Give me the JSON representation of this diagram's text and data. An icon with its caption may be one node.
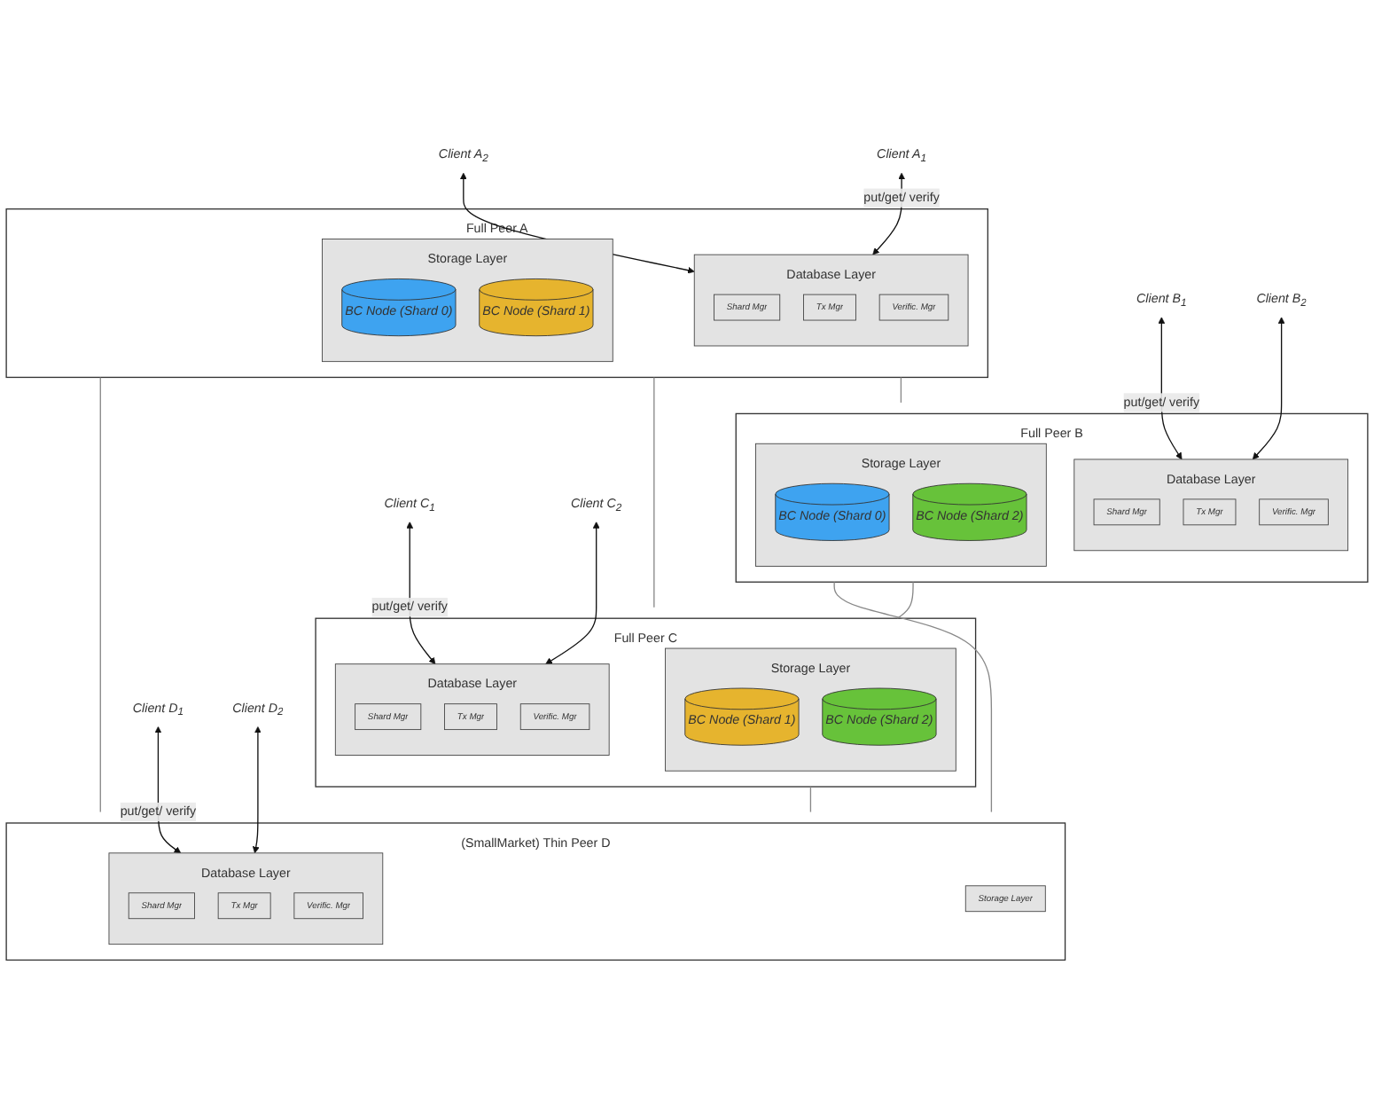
{
  "diagram": {
    "nodes": [
      {
        "text": [
          "Client A$_{1}$"
        ]
      },
      {
        "text": [
          "Client A$_{2}$"
        ]
      },
      {
        "text": [
          "Full Peer A"
        ]
      },
      {
        "text": [
          "Database Layer"
        ],
        "in": 2
      },
      {
        "text": [
          "Shard Mgr"
        ],
        "in": 3
      },
      {
        "text": [
          "Tx Mgr"
        ],
        "in": 3
      },
      {
        "text": [
          "Verific. Mgr"
        ],
        "in": 3
      },
      {
        "text": [
          "Storage Layer"
        ],
        "in": 2
      },
      {
        "text": [
          "BC Node (Shard 0)"
        ],
        "in": 7
      },
      {
        "text": [
          "BC Node (Shard 1)"
        ],
        "in": 7
      },
      {
        "text": [
          "Client B$_{1}$"
        ]
      },
      {
        "text": [
          "Client B$_{2}$"
        ]
      },
      {
        "text": [
          "Full Peer B"
        ]
      },
      {
        "text": [
          "Database Layer"
        ],
        "in": 12
      },
      {
        "text": [
          "Shard Mgr"
        ],
        "in": 13
      },
      {
        "text": [
          "Tx Mgr"
        ],
        "in": 13
      },
      {
        "text": [
          "Verific. Mgr"
        ],
        "in": 13
      },
      {
        "text": [
          "Storage Layer"
        ],
        "in": 12
      },
      {
        "text": [
          "BC Node (Shard 0)"
        ],
        "in": 17
      },
      {
        "text": [
          "BC Node (Shard 2)"
        ],
        "in": 17
      },
      {
        "text": [
          "Client C$_{1}$"
        ]
      },
      {
        "text": [
          "Client C$_{2}$"
        ]
      },
      {
        "text": [
          "Full Peer C"
        ]
      },
      {
        "text": [
          "Database Layer"
        ],
        "in": 22
      },
      {
        "text": [
          "Shard Mgr"
        ],
        "in": 23
      },
      {
        "text": [
          "Tx Mgr"
        ],
        "in": 23
      },
      {
        "text": [
          "Verific. Mgr"
        ],
        "in": 23
      },
      {
        "text": [
          "Storage Layer"
        ],
        "in": 22
      },
      {
        "text": [
          "BC Node (Shard 1)"
        ],
        "in": 27
      },
      {
        "text": [
          "BC Node (Shard 2)"
        ],
        "in": 27
      },
      {
        "text": [
          "Client D$_{1}$"
        ]
      },
      {
        "text": [
          "Client D$_{2}$"
        ]
      },
      {
        "text": [
          "(SmallMarket) Thin Peer D"
        ]
      },
      {
        "text": [
          "Storage Layer"
        ],
        "in": 32
      },
      {
        "text": [
          "Database Layer"
        ],
        "in": 32
      },
      {
        "text": [
          "Shard Mgr"
        ],
        "in": 34
      },
      {
        "text": [
          "Tx Mgr"
        ],
        "in": 34
      },
      {
        "text": [
          "Verific. Mgr"
        ],
        "in": 34
      }
    ],
    "edges": [
      {
        "from": 0,
        "to": 3,
        "arrow": "both",
        "label": "put/get/ verify"
      },
      {
        "from": 1,
        "to": 3,
        "arrow": "both"
      },
      {
        "from": 10,
        "to": 13,
        "arrow": "both",
        "label": "put/get/ verify"
      },
      {
        "from": 11,
        "to": 13,
        "arrow": "both"
      },
      {
        "from": 20,
        "to": 23,
        "arrow": "both",
        "label": "put/get/ verify"
      },
      {
        "from": 21,
        "to": 23,
        "arrow": "both"
      },
      {
        "from": 30,
        "to": 34,
        "arrow": "both",
        "label": "put/get/ verify"
      },
      {
        "from": 31,
        "to": 34,
        "arrow": "both"
      },
      {
        "from": 2,
        "to": 12,
        "arrow": "none",
        "color": "#888888"
      },
      {
        "from": 12,
        "to": 22,
        "arrow": "none",
        "color": "#888888"
      },
      {
        "from": 2,
        "to": 22,
        "arrow": "none",
        "color": "#888888"
      },
      {
        "from": 2,
        "to": 32,
        "arrow": "none",
        "color": "#888888"
      },
      {
        "from": 12,
        "to": 32,
        "arrow": "none",
        "color": "#888888"
      },
      {
        "from": 22,
        "to": 32,
        "arrow": "none",
        "color": "#888888"
      }
    ]
  }
}
